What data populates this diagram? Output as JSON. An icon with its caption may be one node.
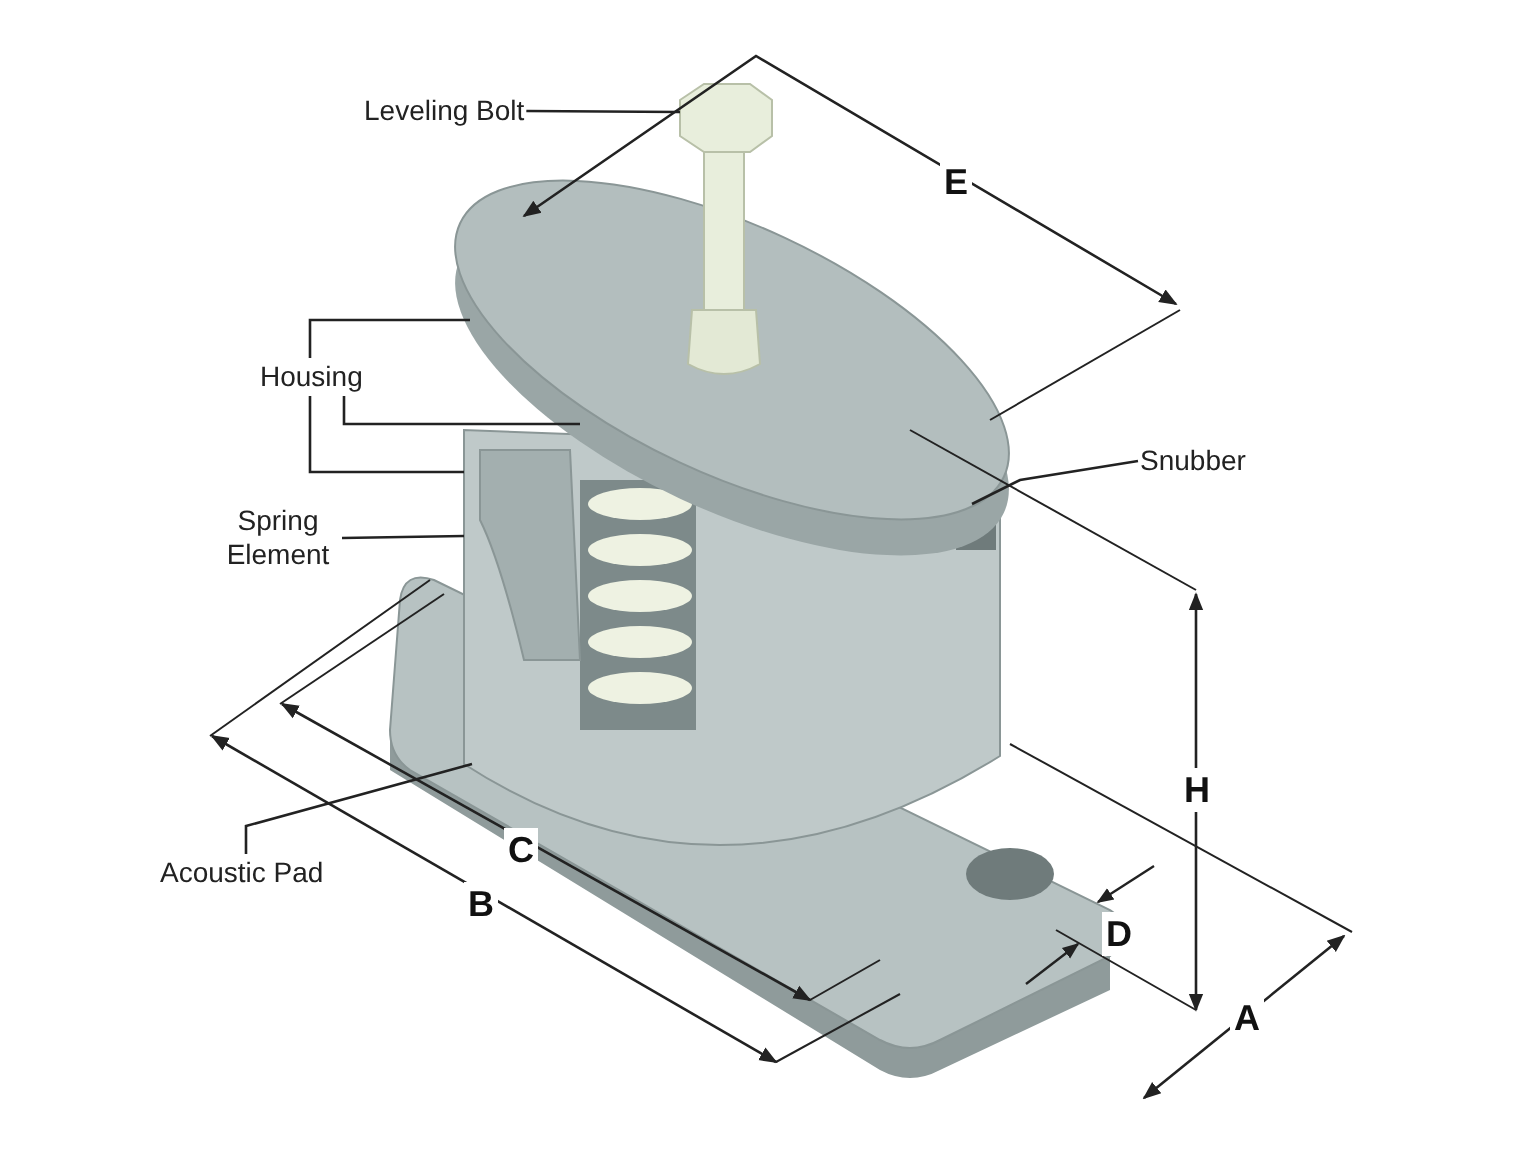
{
  "diagram": {
    "nodes": [
      {
        "text": [
          "Leveling Bolt"
        ]
      },
      {
        "text": [
          "Housing"
        ]
      },
      {
        "text": [
          "Snubber"
        ]
      },
      {
        "text": [
          "Spring Element"
        ]
      },
      {
        "text": [
          "Acoustic Pad"
        ]
      }
    ],
    "edges": [
      {
        "from": 0,
        "to": null,
        "arrow": "none"
      },
      {
        "from": 1,
        "to": null,
        "arrow": "none"
      },
      {
        "from": 1,
        "to": null,
        "arrow": "none"
      },
      {
        "from": 1,
        "to": null,
        "arrow": "none"
      },
      {
        "from": 2,
        "to": null,
        "arrow": "none"
      },
      {
        "from": 3,
        "to": null,
        "arrow": "none"
      },
      {
        "from": 4,
        "to": null,
        "arrow": "none"
      }
    ],
    "labels": [
      "E",
      "H",
      "C",
      "B",
      "D",
      "A"
    ]
  }
}
